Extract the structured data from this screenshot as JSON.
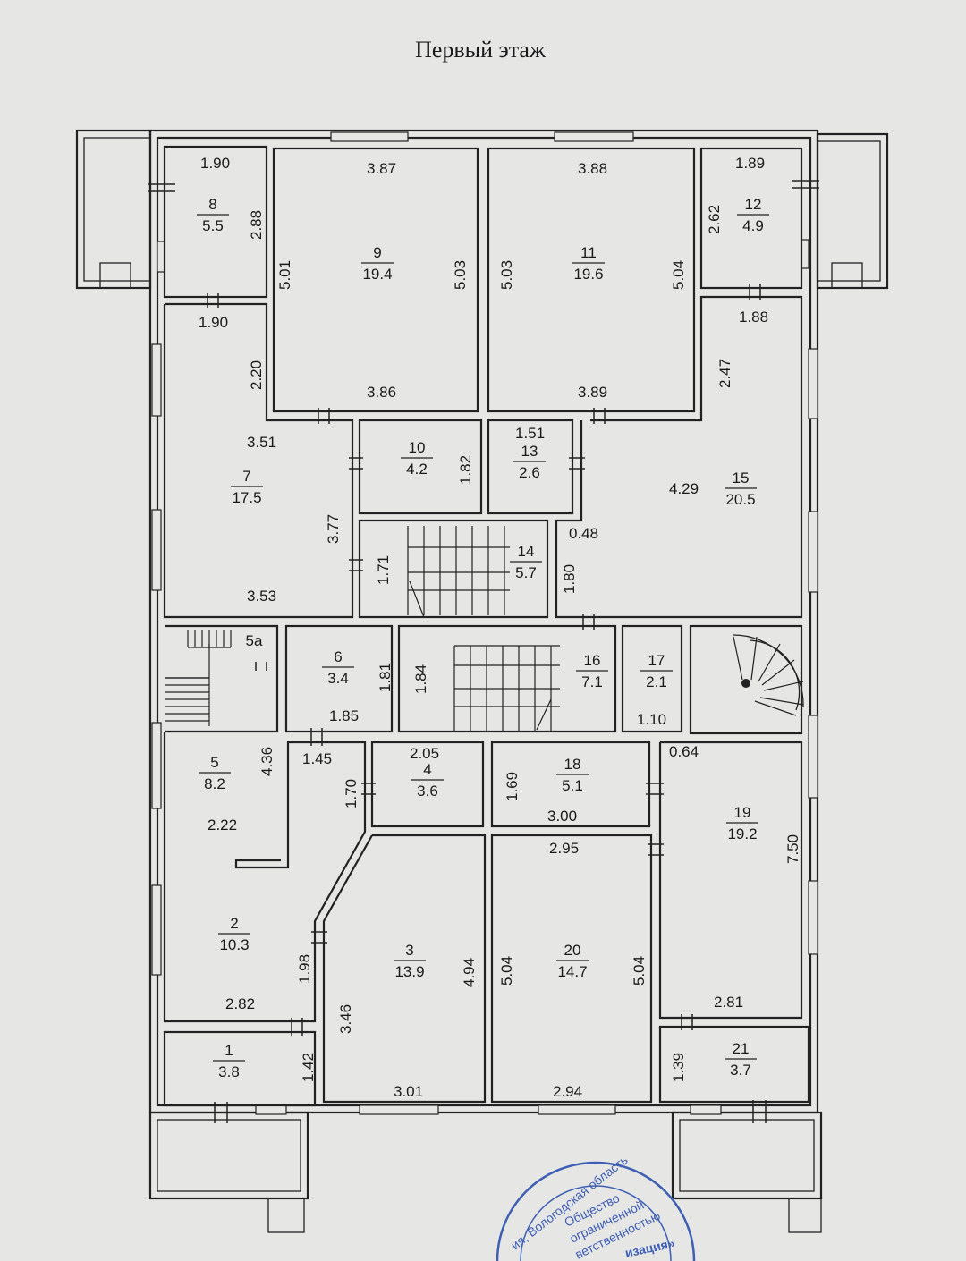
{
  "title": "Первый этаж",
  "rooms": [
    {
      "num": "1",
      "area": "3.8"
    },
    {
      "num": "2",
      "area": "10.3"
    },
    {
      "num": "3",
      "area": "13.9"
    },
    {
      "num": "4",
      "area": "3.6"
    },
    {
      "num": "5",
      "area": "8.2"
    },
    {
      "num": "5а",
      "area": ""
    },
    {
      "num": "6",
      "area": "3.4"
    },
    {
      "num": "7",
      "area": "17.5"
    },
    {
      "num": "8",
      "area": "5.5"
    },
    {
      "num": "9",
      "area": "19.4"
    },
    {
      "num": "10",
      "area": "4.2"
    },
    {
      "num": "11",
      "area": "19.6"
    },
    {
      "num": "12",
      "area": "4.9"
    },
    {
      "num": "13",
      "area": "2.6"
    },
    {
      "num": "14",
      "area": "5.7"
    },
    {
      "num": "15",
      "area": "20.5"
    },
    {
      "num": "16",
      "area": "7.1"
    },
    {
      "num": "17",
      "area": "2.1"
    },
    {
      "num": "18",
      "area": "5.1"
    },
    {
      "num": "19",
      "area": "19.2"
    },
    {
      "num": "20",
      "area": "14.7"
    },
    {
      "num": "21",
      "area": "3.7"
    }
  ],
  "dims": {
    "r8_top": "1.90",
    "r8_side": "2.88",
    "r8_bot": "1.90",
    "r9_top": "3.87",
    "r9_left": "5.01",
    "r9_right": "5.03",
    "r9_bot": "3.86",
    "r11_top": "3.88",
    "r11_left": "5.03",
    "r11_right": "5.04",
    "r11_bot": "3.89",
    "r12_top": "1.89",
    "r12_side": "2.62",
    "r12_bot": "1.88",
    "r7_a": "2.20",
    "r7_b": "3.51",
    "r7_c": "3.77",
    "r7_d": "3.53",
    "r10_side": "1.82",
    "r13_top": "1.51",
    "r15_a": "2.47",
    "r15_b": "4.29",
    "r15_c": "0.48",
    "r15_d": "1.80",
    "r14_side": "1.71",
    "r6_side": "1.81",
    "r6_bot": "1.85",
    "r16_side": "1.84",
    "r17_bot": "1.10",
    "r5_side": "4.36",
    "r5_bot": "1.45",
    "r5_c": "2.22",
    "r4_top": "2.05",
    "r4_side": "1.70",
    "r18_side": "1.69",
    "r18_bot": "3.00",
    "r19_top": "0.64",
    "r19_side": "7.50",
    "r19_bot": "2.81",
    "r20_top": "2.95",
    "r20_left": "5.04",
    "r20_right": "5.04",
    "r20_bot": "2.94",
    "r3_left": "3.46",
    "r3_right": "4.94",
    "r3_bot": "3.01",
    "r2_side": "1.98",
    "r2_bot": "2.82",
    "r1_side": "1.42",
    "r21_side": "1.39"
  },
  "stamp": {
    "line1": "ия, Вологодская область",
    "line2": "Общество",
    "line3": "ограниченной",
    "line4": "ветственностью",
    "line5": "изация»"
  },
  "colors": {
    "ink": "#222222",
    "paper": "#e6e6e4",
    "stamp": "#3e5fb3"
  }
}
